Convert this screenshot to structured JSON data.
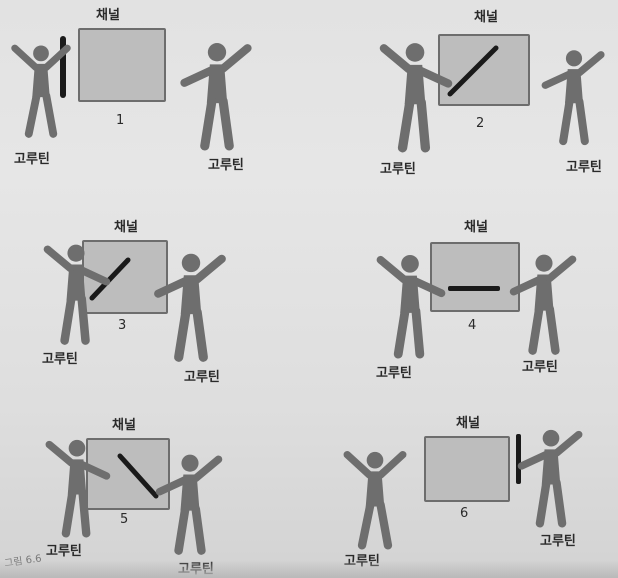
{
  "channel_label": "채널",
  "coroutine_label": "고루틴",
  "caption": "그림 6.6",
  "colors": {
    "box_fill": "#bdbdbd",
    "box_border": "#6d6d6d",
    "figure": "#6e6e6e",
    "baton": "#1a1a1a"
  },
  "panels": [
    {
      "number": "1"
    },
    {
      "number": "2"
    },
    {
      "number": "3"
    },
    {
      "number": "4"
    },
    {
      "number": "5"
    },
    {
      "number": "6"
    }
  ]
}
